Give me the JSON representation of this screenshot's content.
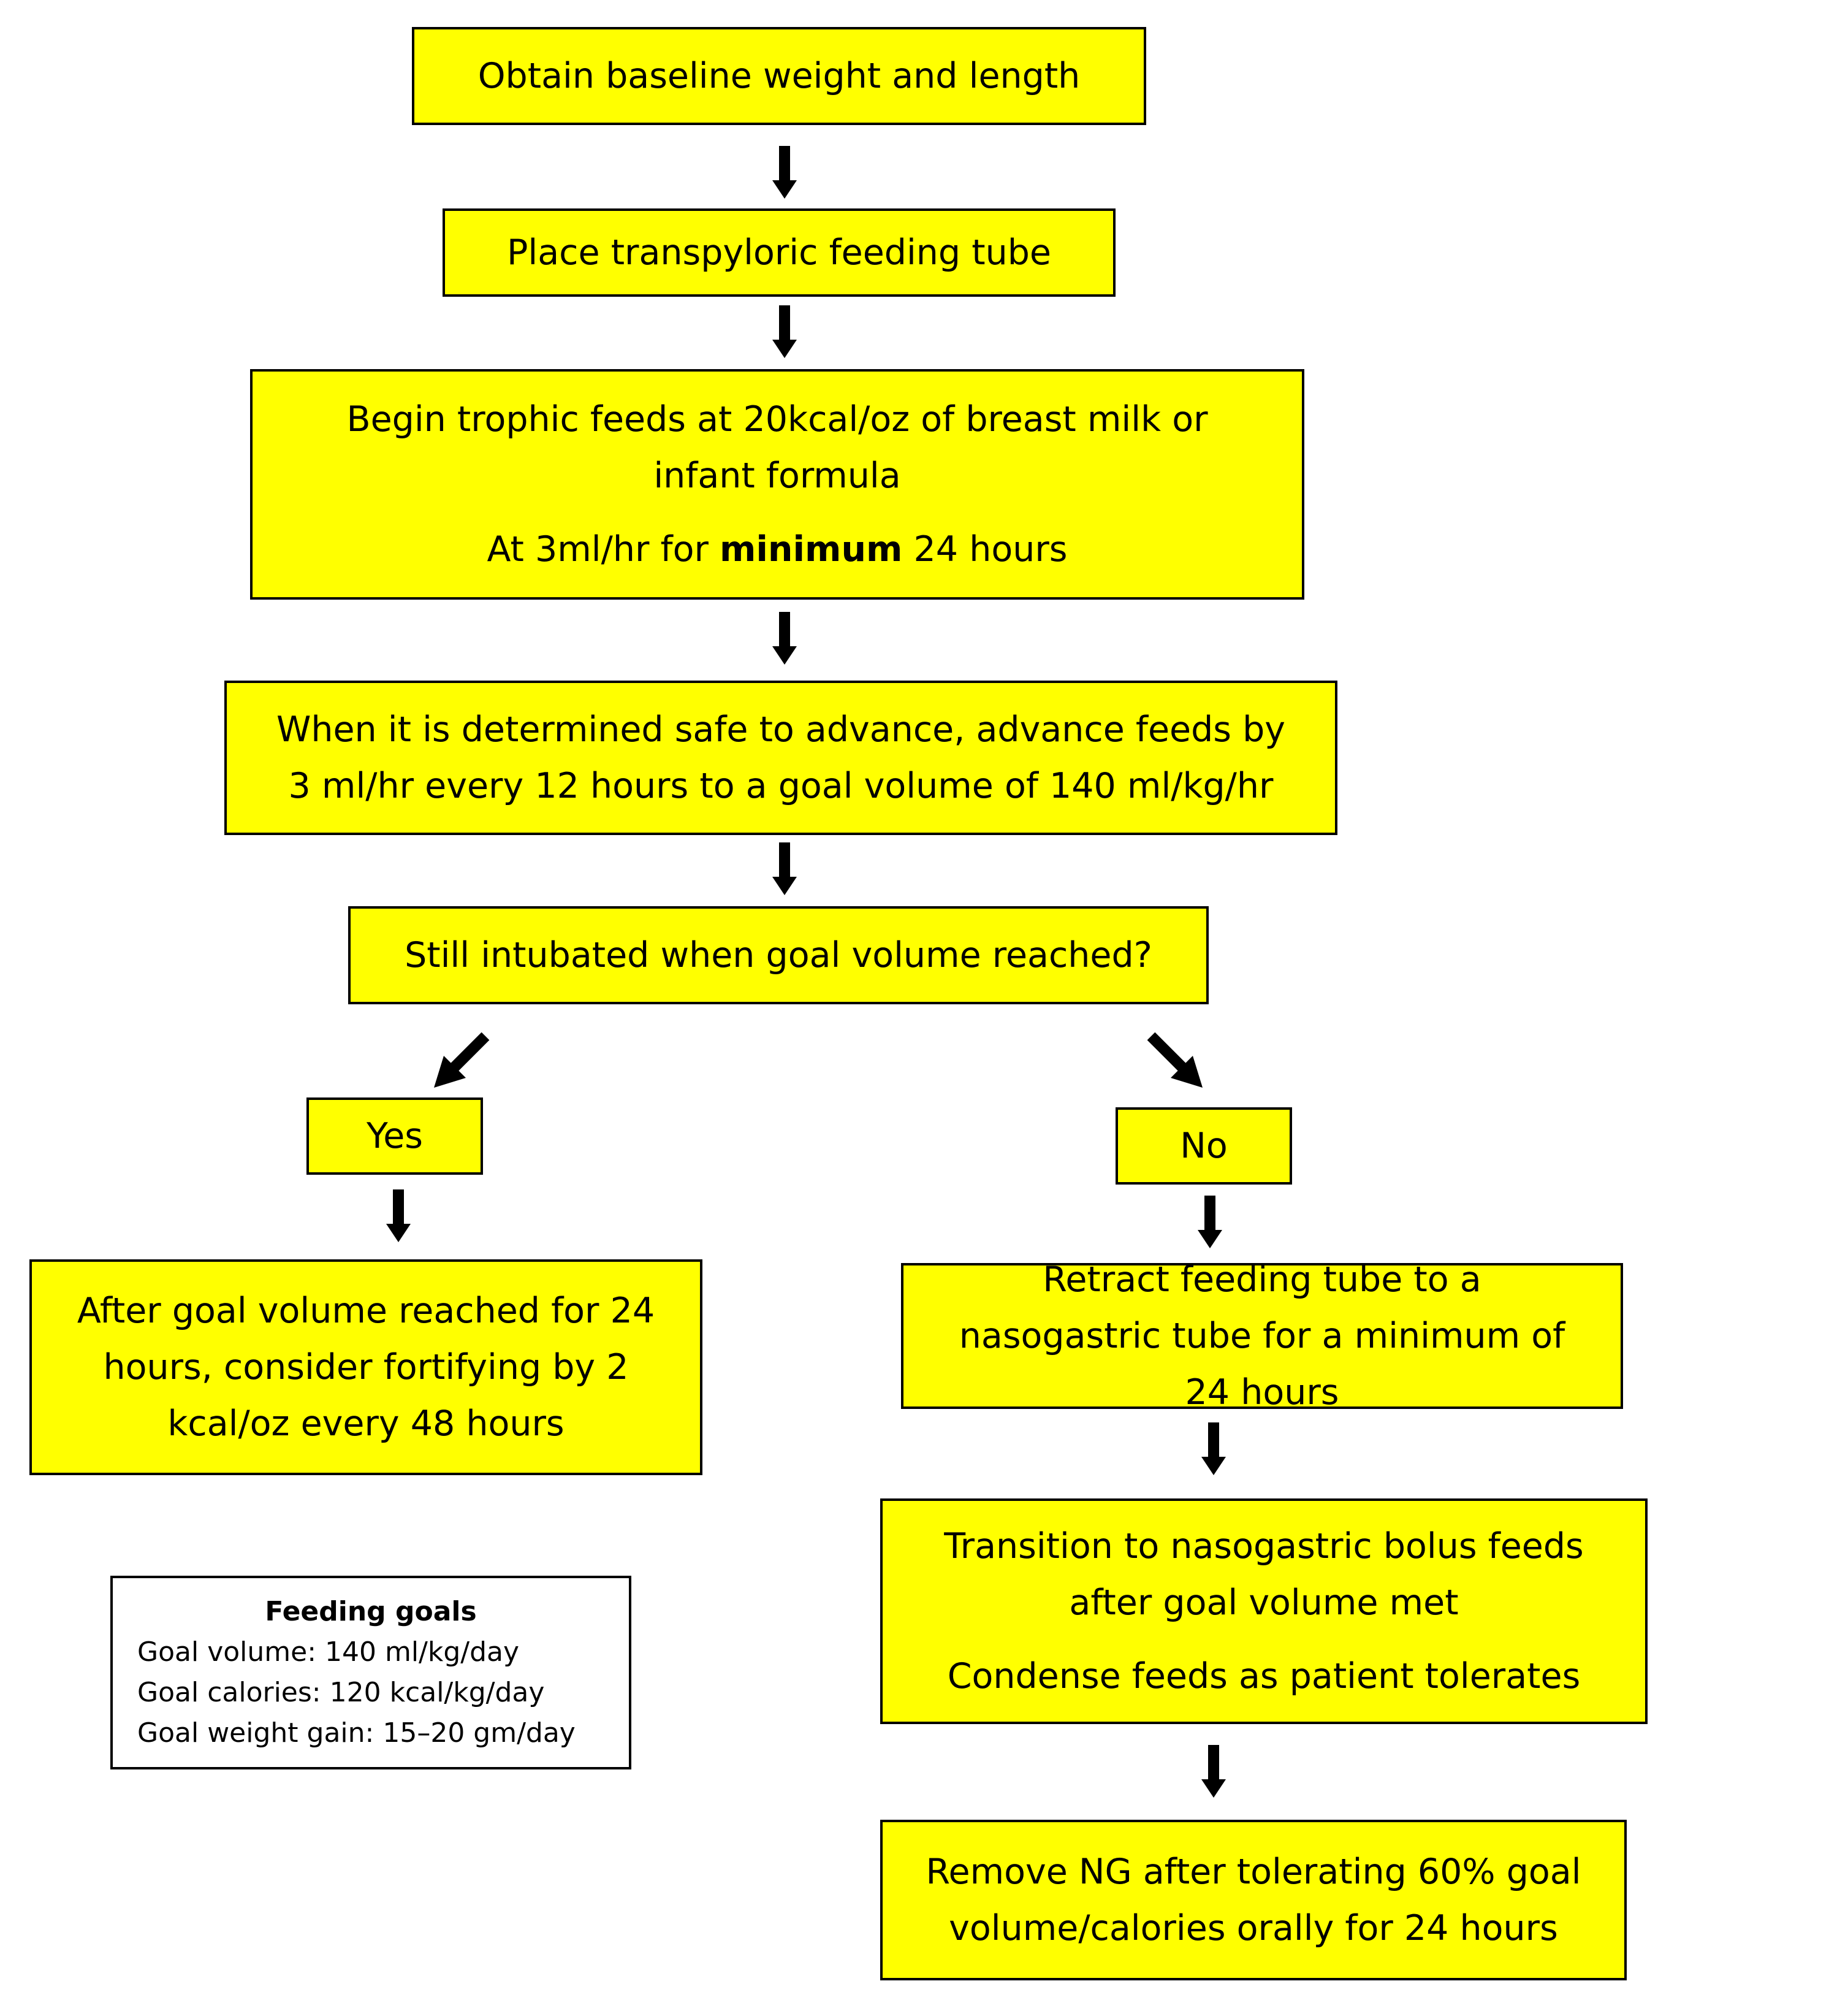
{
  "steps": {
    "baseline": "Obtain baseline weight and length",
    "place_tube": "Place transpyloric feeding tube",
    "trophic_line1": "Begin trophic feeds at 20kcal/oz of breast milk or infant formula",
    "trophic_line2_prefix": "At 3ml/hr for",
    "trophic_line2_bold": "minimum",
    "trophic_line2_suffix": "24 hours",
    "advance": "When it is determined safe to advance, advance feeds by 3 ml/hr every 12 hours to a goal volume of 140 ml/kg/hr",
    "decision": "Still intubated when goal volume reached?"
  },
  "branches": {
    "yes_label": "Yes",
    "no_label": "No"
  },
  "yes_path": {
    "fortify": "After goal volume reached for 24 hours, consider fortifying by 2 kcal/oz every 48 hours"
  },
  "no_path": {
    "retract": "Retract feeding tube to a nasogastric tube for a minimum of 24 hours",
    "transition_line1": "Transition to nasogastric bolus feeds after goal volume met",
    "transition_line2": "Condense feeds as patient tolerates",
    "remove_ng": "Remove NG after tolerating 60% goal volume/calories orally for 24 hours"
  },
  "feeding_goals": {
    "title": "Feeding goals",
    "items": [
      "Goal volume: 140 ml/kg/day",
      "Goal calories: 120 kcal/kg/day",
      "Goal weight gain: 15–20 gm/day"
    ]
  },
  "colors": {
    "box_fill": "#ffff00",
    "border": "#000000",
    "arrow": "#000000"
  }
}
